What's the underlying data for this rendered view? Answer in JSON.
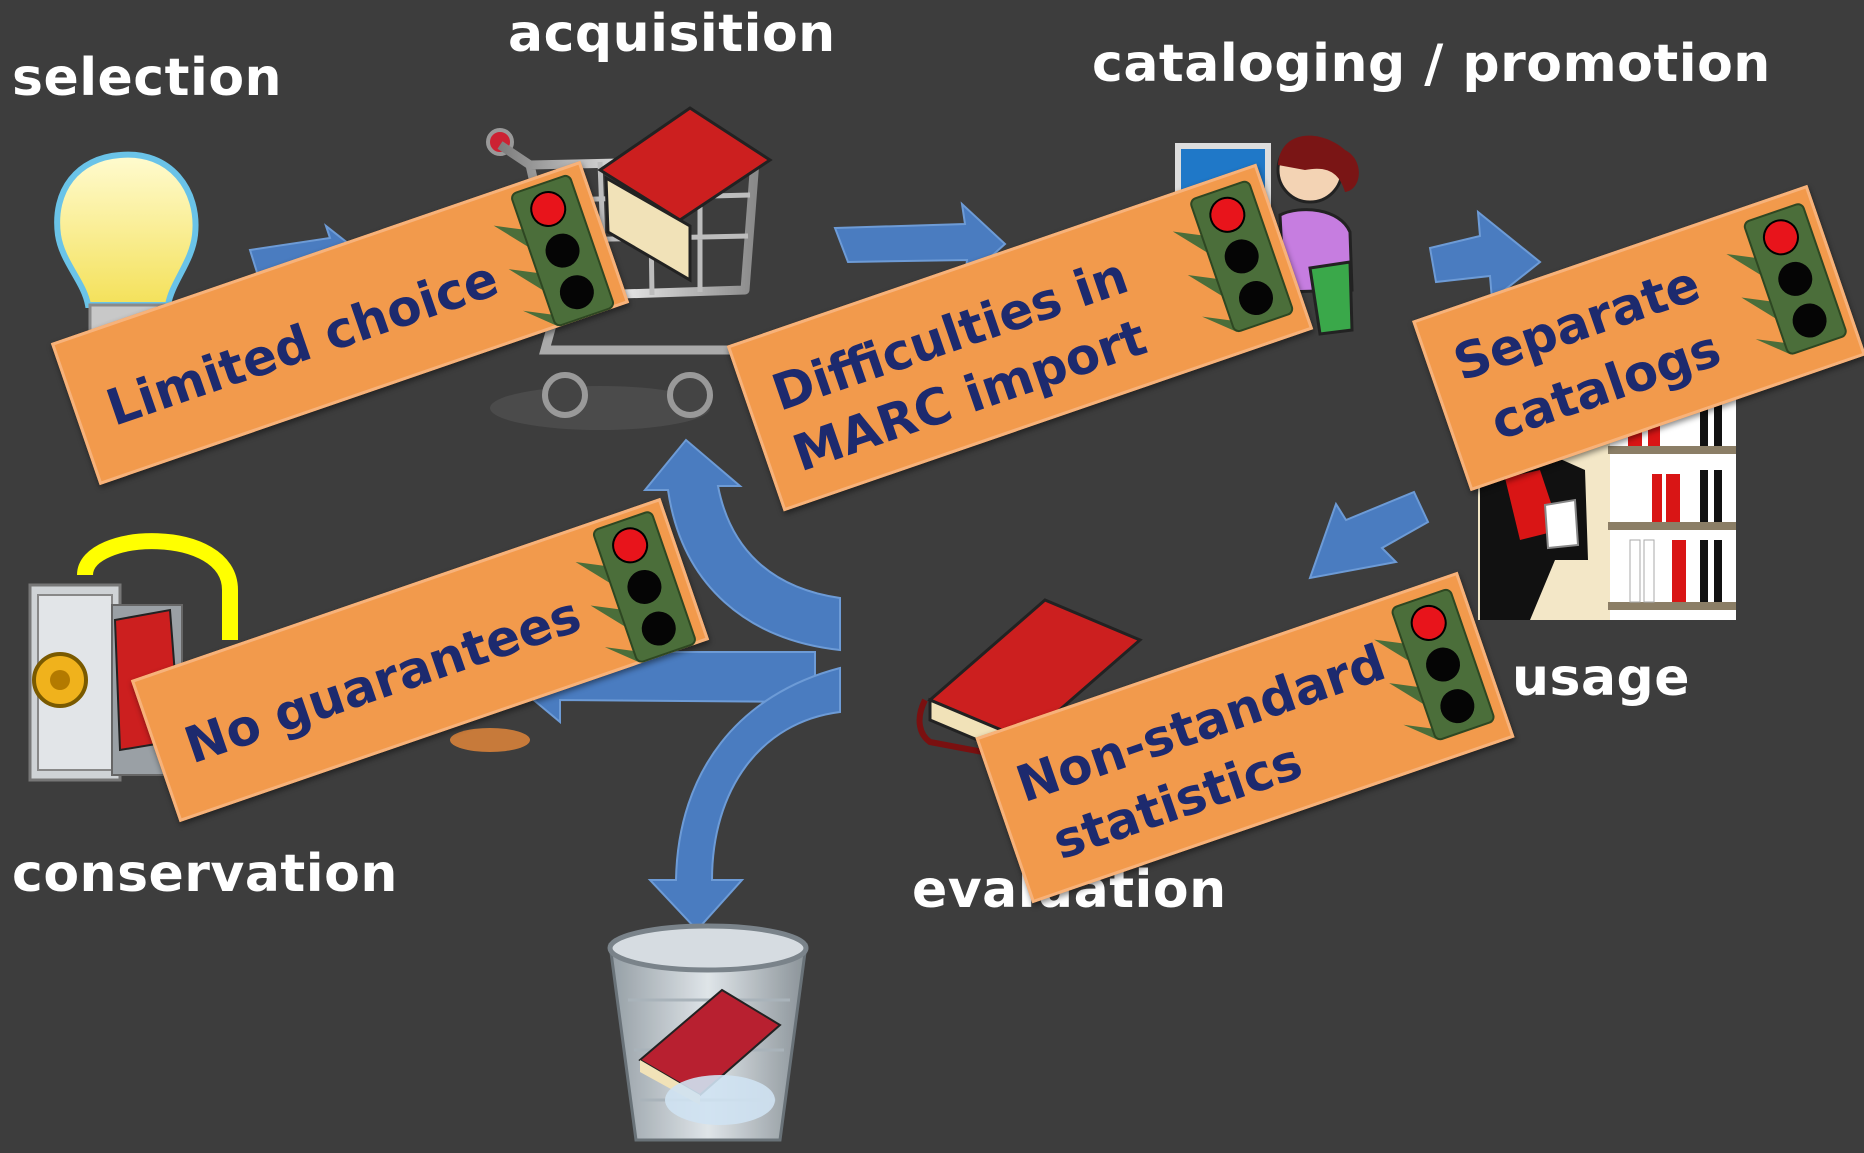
{
  "stages": {
    "selection": "selection",
    "acquisition": "acquisition",
    "cataloging": "cataloging / promotion",
    "usage": "usage",
    "evaluation": "evaluation",
    "conservation": "conservation"
  },
  "problems": {
    "limited_choice": "Limited choice",
    "marc_line1": "Difficulties in",
    "marc_line2": "MARC import",
    "catalogs_line1": "Separate",
    "catalogs_line2": "catalogs",
    "guarantees": "No guarantees",
    "stats_line1": "Non-standard",
    "stats_line2": "statistics"
  },
  "colors": {
    "background": "#3d3d3d",
    "sign_fill": "#f29a4c",
    "sign_text": "#1d2a6e",
    "arrow": "#4a7cc0",
    "traffic_light_body": "#4b6e3a",
    "light_red": "#e8141b",
    "light_off": "#050505"
  },
  "icons": [
    "light-bulb-icon",
    "shopping-cart-icon",
    "person-at-computer-icon",
    "bookshelf-icon",
    "book-icon",
    "safe-icon",
    "trash-bin-icon",
    "traffic-light-icon"
  ]
}
